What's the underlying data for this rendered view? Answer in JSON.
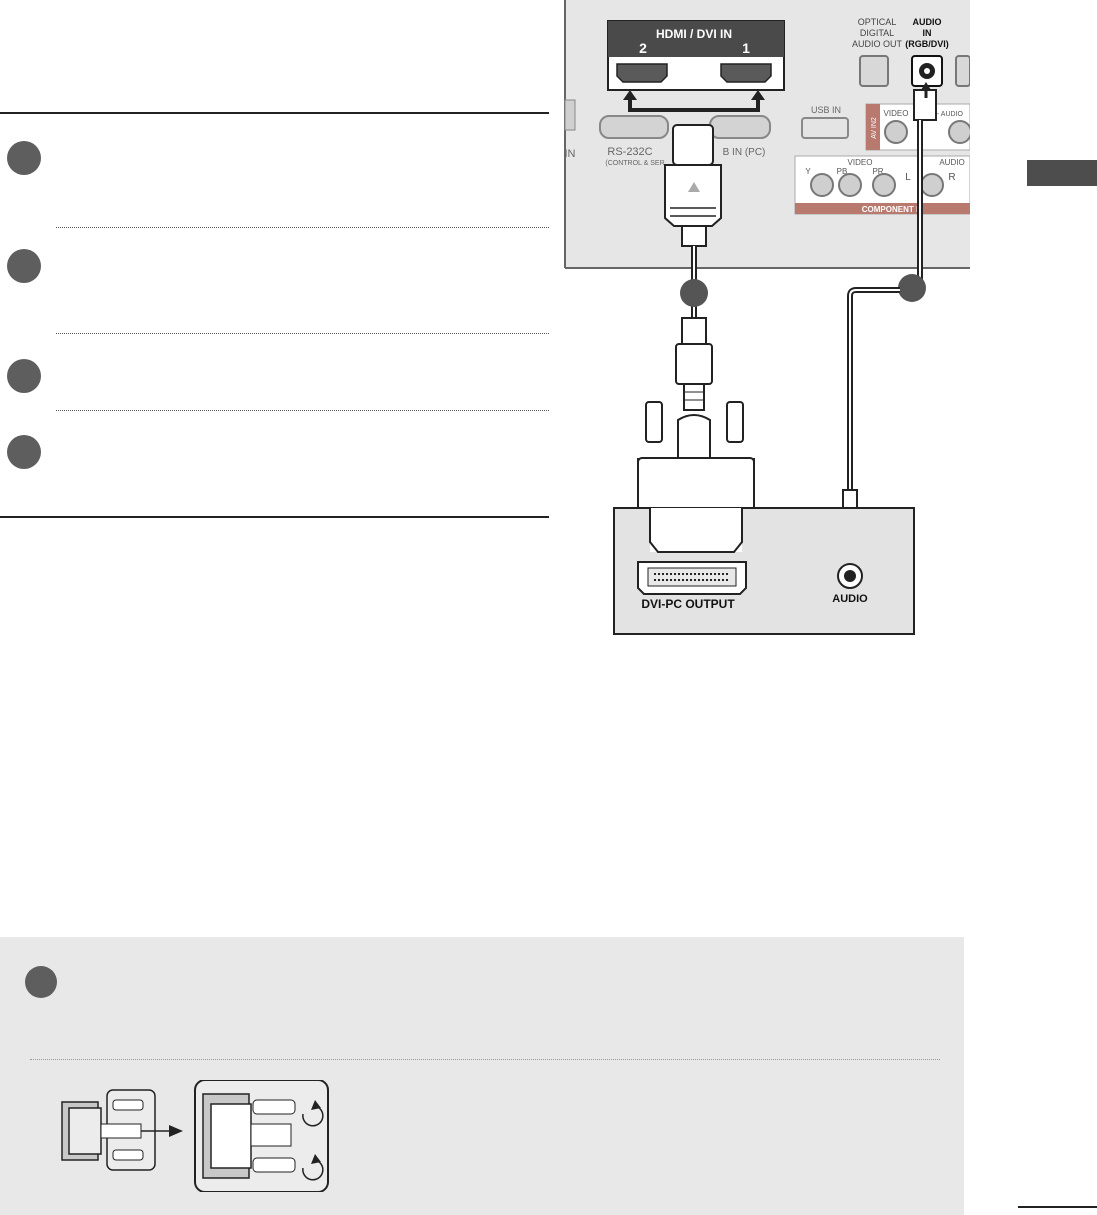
{
  "steps": [
    {
      "marker": ""
    },
    {
      "marker": ""
    },
    {
      "marker": ""
    },
    {
      "marker": ""
    }
  ],
  "tv_panel": {
    "hdmi_header": "HDMI / DVI IN",
    "hdmi_port_2": "2",
    "hdmi_port_1": "1",
    "optical": [
      "OPTICAL",
      "DIGITAL",
      "AUDIO OUT"
    ],
    "audio_in": [
      "AUDIO",
      "IN",
      "(RGB/DVI)"
    ],
    "left_in": "IN",
    "rs232c": "RS-232C",
    "rs232c_sub": "(CONTROL & SER",
    "rgb_in": "B IN (PC)",
    "usb_in": "USB IN",
    "av_in2": "AV IN2",
    "video": "VIDEO",
    "audio_l": "L- AUDIO",
    "comp_video": "VIDEO",
    "comp_audio": "AUDIO",
    "comp_y": "Y",
    "comp_pb": "PB",
    "comp_pr": "PR",
    "comp_l": "L",
    "comp_r": "R",
    "component": "COMPONENT I"
  },
  "pc_panel": {
    "dvi_label": "DVI-PC OUTPUT",
    "audio_label": "AUDIO"
  },
  "colors": {
    "step_marker": "#5e5e5e",
    "tv_panel": "#e6e6e6",
    "pc_panel": "#e3e3e3",
    "note_box": "#e8e8e8",
    "port_label_bar": "#4a4a4a"
  }
}
